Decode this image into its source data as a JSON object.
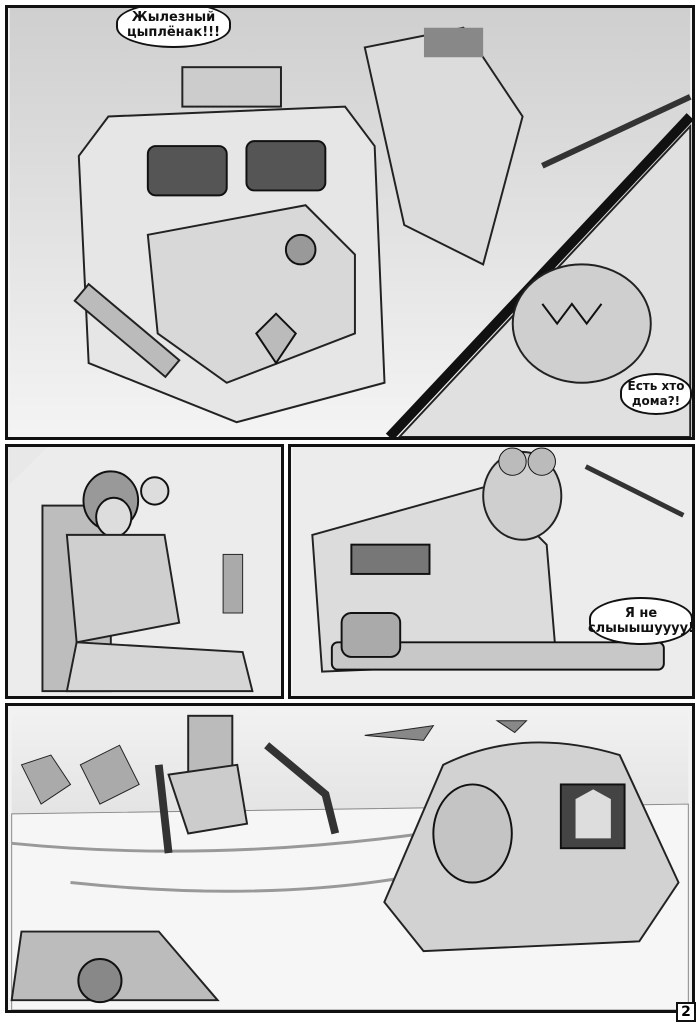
{
  "panels": [
    {
      "id": "panel-1",
      "bubbles": [
        {
          "text_lines": [
            "Жылезный",
            "цыплёнак!!!"
          ]
        }
      ]
    },
    {
      "id": "panel-1b",
      "bubbles": [
        {
          "text_lines": [
            "Есть хто",
            "дома?!"
          ]
        }
      ]
    },
    {
      "id": "panel-2",
      "bubbles": []
    },
    {
      "id": "panel-3",
      "bubbles": [
        {
          "text_lines": [
            "Я не",
            "слыыышуууу!"
          ]
        }
      ]
    },
    {
      "id": "panel-4",
      "bubbles": []
    }
  ],
  "page_number": "2"
}
